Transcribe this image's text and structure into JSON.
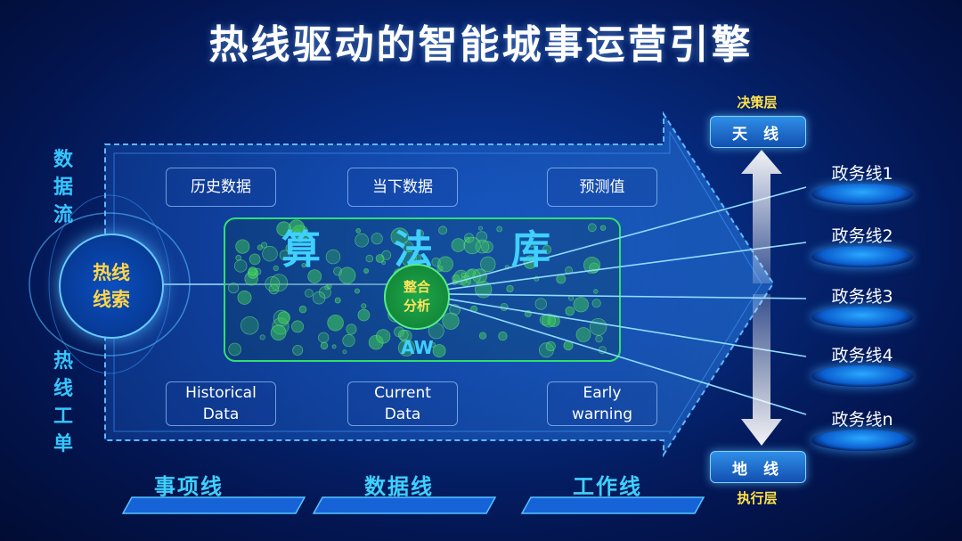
{
  "title": "热线驱动的智能城事运营引擎",
  "left_labels": {
    "top": "数据流",
    "bottom": "热线工单"
  },
  "hub": {
    "line1": "热线",
    "line2": "线索"
  },
  "top_boxes": [
    "历史数据",
    "当下数据",
    "预测值"
  ],
  "bottom_boxes": [
    {
      "line1": "Historical",
      "line2": "Data"
    },
    {
      "line1": "Current",
      "line2": "Data"
    },
    {
      "line1": "Early",
      "line2": "warning"
    }
  ],
  "algorithm": {
    "chars": [
      "算",
      "法",
      "库"
    ],
    "center_line1": "整合",
    "center_line2": "分析",
    "sub": "AW"
  },
  "bottom_lines": [
    "事项线",
    "数据线",
    "工作线"
  ],
  "sky": {
    "caption": "决策层",
    "label": "天 线"
  },
  "ground": {
    "caption": "执行层",
    "label": "地 线"
  },
  "gov_lines": [
    "政务线1",
    "政务线2",
    "政务线3",
    "政务线4",
    "政务线n"
  ],
  "colors": {
    "accent_cyan": "#3fd0ff",
    "highlight_yellow": "#ffd54a",
    "green_algo": "#2fd060",
    "background": "#041a5c"
  }
}
